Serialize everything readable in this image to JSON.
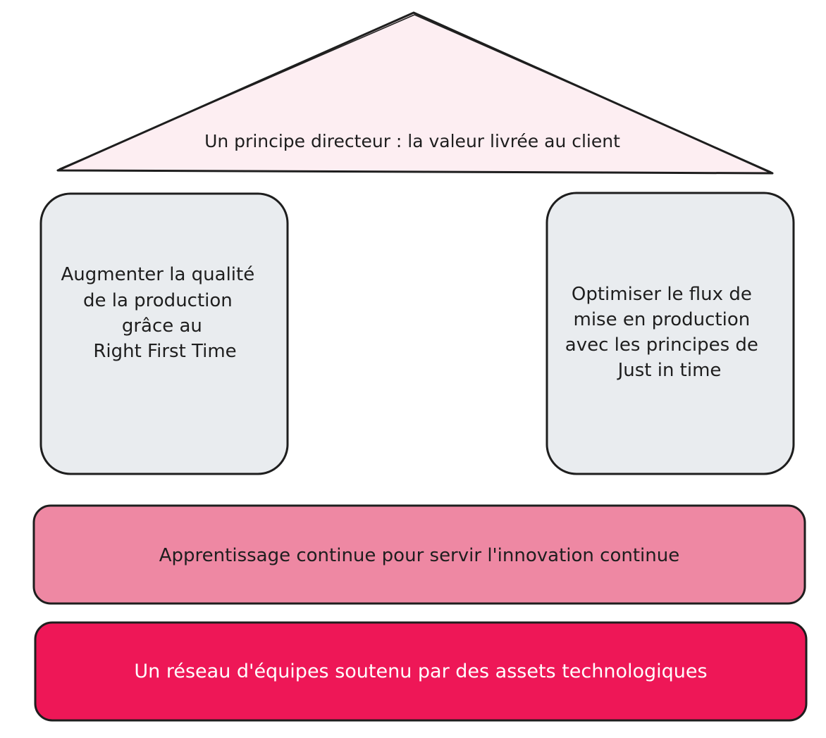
{
  "colors": {
    "roof_fill": "#fdeef2",
    "pillar_fill": "#e9ecef",
    "band_fill": "#ee88a3",
    "foundation_fill": "#ee1757",
    "outline": "#1e1e1e",
    "foundation_text": "#ffffff"
  },
  "roof": {
    "label": "Un principe directeur : la valeur livrée au client"
  },
  "pillars": {
    "left": {
      "lines": [
        "Augmenter la qualité",
        "de la production",
        "grâce au",
        "Right First Time"
      ]
    },
    "right": {
      "lines": [
        "Optimiser le flux de",
        "mise en production",
        "avec les principes de",
        "Just in time"
      ]
    }
  },
  "band": {
    "label": "Apprentissage continue pour servir l'innovation continue"
  },
  "foundation": {
    "label": "Un réseau d'équipes soutenu par des assets technologiques"
  }
}
